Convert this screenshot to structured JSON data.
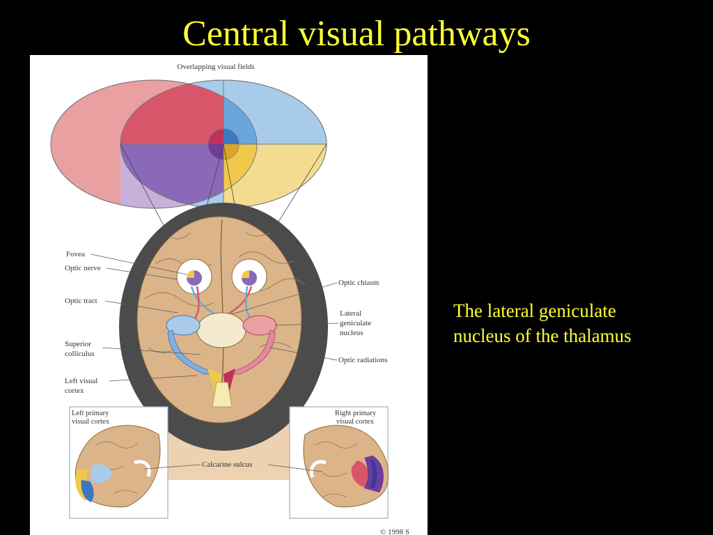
{
  "slide": {
    "title": "Central visual pathways",
    "caption_lines": [
      "The lateral geniculate",
      "nucleus of the thalamus"
    ]
  },
  "figure": {
    "heading": "Overlapping visual fields",
    "labels": {
      "fovea": "Fovea",
      "optic_nerve": "Optic nerve",
      "optic_tract": "Optic tract",
      "superior_colliculus_1": "Superior",
      "superior_colliculus_2": "colliculus",
      "left_visual_cortex_1": "Left visual",
      "left_visual_cortex_2": "cortex",
      "optic_chiasm": "Optic chiasm",
      "lgn_1": "Lateral",
      "lgn_2": "geniculate",
      "lgn_3": "nucleus",
      "optic_radiations": "Optic radiations",
      "left_primary_1": "Left primary",
      "left_primary_2": "visual cortex",
      "right_primary_1": "Right primary",
      "right_primary_2": "visual cortex",
      "calcarine_sulcus": "Calcarine sulcus",
      "copyright": "© 1998 S"
    }
  },
  "colors": {
    "background": "#000000",
    "text_accent": "#ffff33",
    "field_red": "#d9566a",
    "field_blue": "#6aa6dc",
    "field_purple": "#8a6ab8",
    "field_yellow": "#f0c84a"
  }
}
